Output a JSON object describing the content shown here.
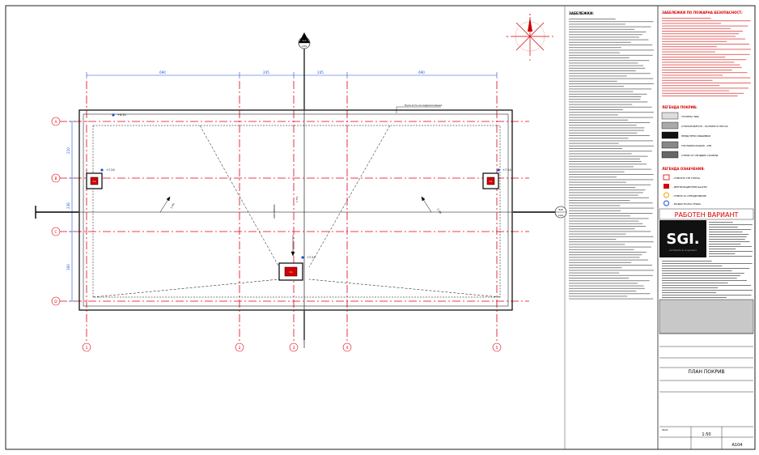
{
  "sheet": {
    "grid_columns": [
      "1",
      "2",
      "3",
      "4",
      "5"
    ],
    "grid_rows": [
      "A",
      "B",
      "C",
      "D"
    ],
    "dim_labels": [
      "690",
      "245",
      "245",
      "690"
    ],
    "row_dims": [
      "210",
      "236",
      "300"
    ],
    "sections": [
      "A-A",
      "B-B"
    ],
    "section_sheets": [
      "A101",
      "A101"
    ],
    "elevation_labels": [
      "+6.50",
      "+7.24",
      "+7.24",
      "+7.24"
    ],
    "slope_labels": [
      "1.5%",
      "1.5%",
      "1.5%"
    ],
    "roof_note": "Нула кота на хидроизолация",
    "column_tags": [
      "C1",
      "C1",
      "C1"
    ]
  },
  "notes": {
    "heading": "ЗАБЕЛЕЖКИ:",
    "body_text": "1. Общата площ и височината на покрива... Кота на ниво входна система..."
  },
  "fire_notes": {
    "heading": "ЗАБЕЛЕЖКИ ПО ПОЖАРНА БЕЗОПАСНОСТ:"
  },
  "legend": {
    "heading": "ЛЕГЕНДА ПОКРИВ:",
    "items": [
      "ТУХЛЕНА ЗИД",
      "СТОМАНОБЕТОН - КОЛОНИ И ПЛОЧА",
      "ПРЕДСТЕНИ ОБШИВКИ",
      "ТОПЛОИЗОЛАЦИЯ - XPS",
      "СТЕНИ ОТ СЕНДВИЧ ПАНЕЛИ"
    ],
    "symbols_heading": "ЛЕГЕНДА ОЗНАЧЕНИЯ:",
    "symbols": [
      "- ОТВОР В СТЕ ПЛОЧА",
      "- ВЕНТИЛАЦИОННИ ШАХТИ",
      "- ОТВОР ЗА ОТВОДНЯВАНЕ",
      "- ВОДОСТОЧНА ТРЪБА"
    ]
  },
  "stamp": {
    "variant": "РАБОТЕН ВАРИАНТ",
    "logo": "SGI.",
    "logo_sub": "architects & engineers",
    "drawing_title": "ПЛАН ПОКРИВ",
    "scale": "1:50",
    "sheet_number": "A104",
    "phase_label": "ФАЗА"
  },
  "colors": {
    "grid": "#e0001a",
    "dims": "#1f4fd6",
    "stamp_dark": "#111111",
    "panel_gray": "#c8c8c8"
  }
}
